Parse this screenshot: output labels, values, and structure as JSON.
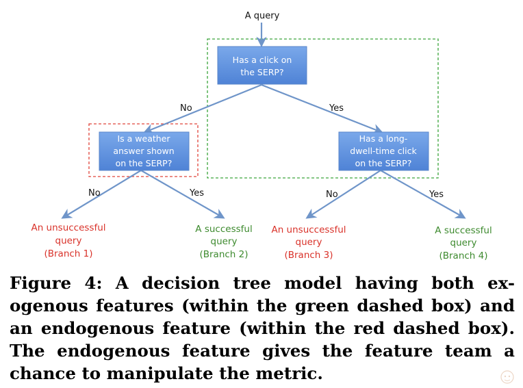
{
  "diagram": {
    "top_label": "A query",
    "nodes": {
      "root": [
        "Has a click on",
        "the SERP?"
      ],
      "weather": [
        "Is a weather",
        "answer shown",
        "on the SERP?"
      ],
      "dwell": [
        "Has a long-",
        "dwell-time click",
        "on the SERP?"
      ]
    },
    "edges": {
      "root_no": "No",
      "root_yes": "Yes",
      "weather_no": "No",
      "weather_yes": "Yes",
      "dwell_no": "No",
      "dwell_yes": "Yes"
    },
    "leaves": [
      {
        "lines": [
          "An unsuccessful",
          "query",
          "(Branch 1)"
        ]
      },
      {
        "lines": [
          "A successful",
          "query",
          "(Branch 2)"
        ]
      },
      {
        "lines": [
          "An unsuccessful",
          "query",
          "(Branch 3)"
        ]
      },
      {
        "lines": [
          "A successful",
          "query",
          "(Branch 4)"
        ]
      }
    ],
    "colors": {
      "node_fill": "#5b8fdc",
      "edge": "#6f95c9",
      "green_box": "#3aa53a",
      "red_box": "#e0433a",
      "fail_text": "#d9322a",
      "success_text": "#3d8a2e"
    }
  },
  "caption": {
    "lines": [
      "Figure 4: A decision tree model having both ex-",
      "ogenous features (within the green dashed box) and",
      "an endogenous feature (within the red dashed box).",
      "The endogenous feature gives the feature team a",
      "chance to manipulate the metric."
    ]
  }
}
